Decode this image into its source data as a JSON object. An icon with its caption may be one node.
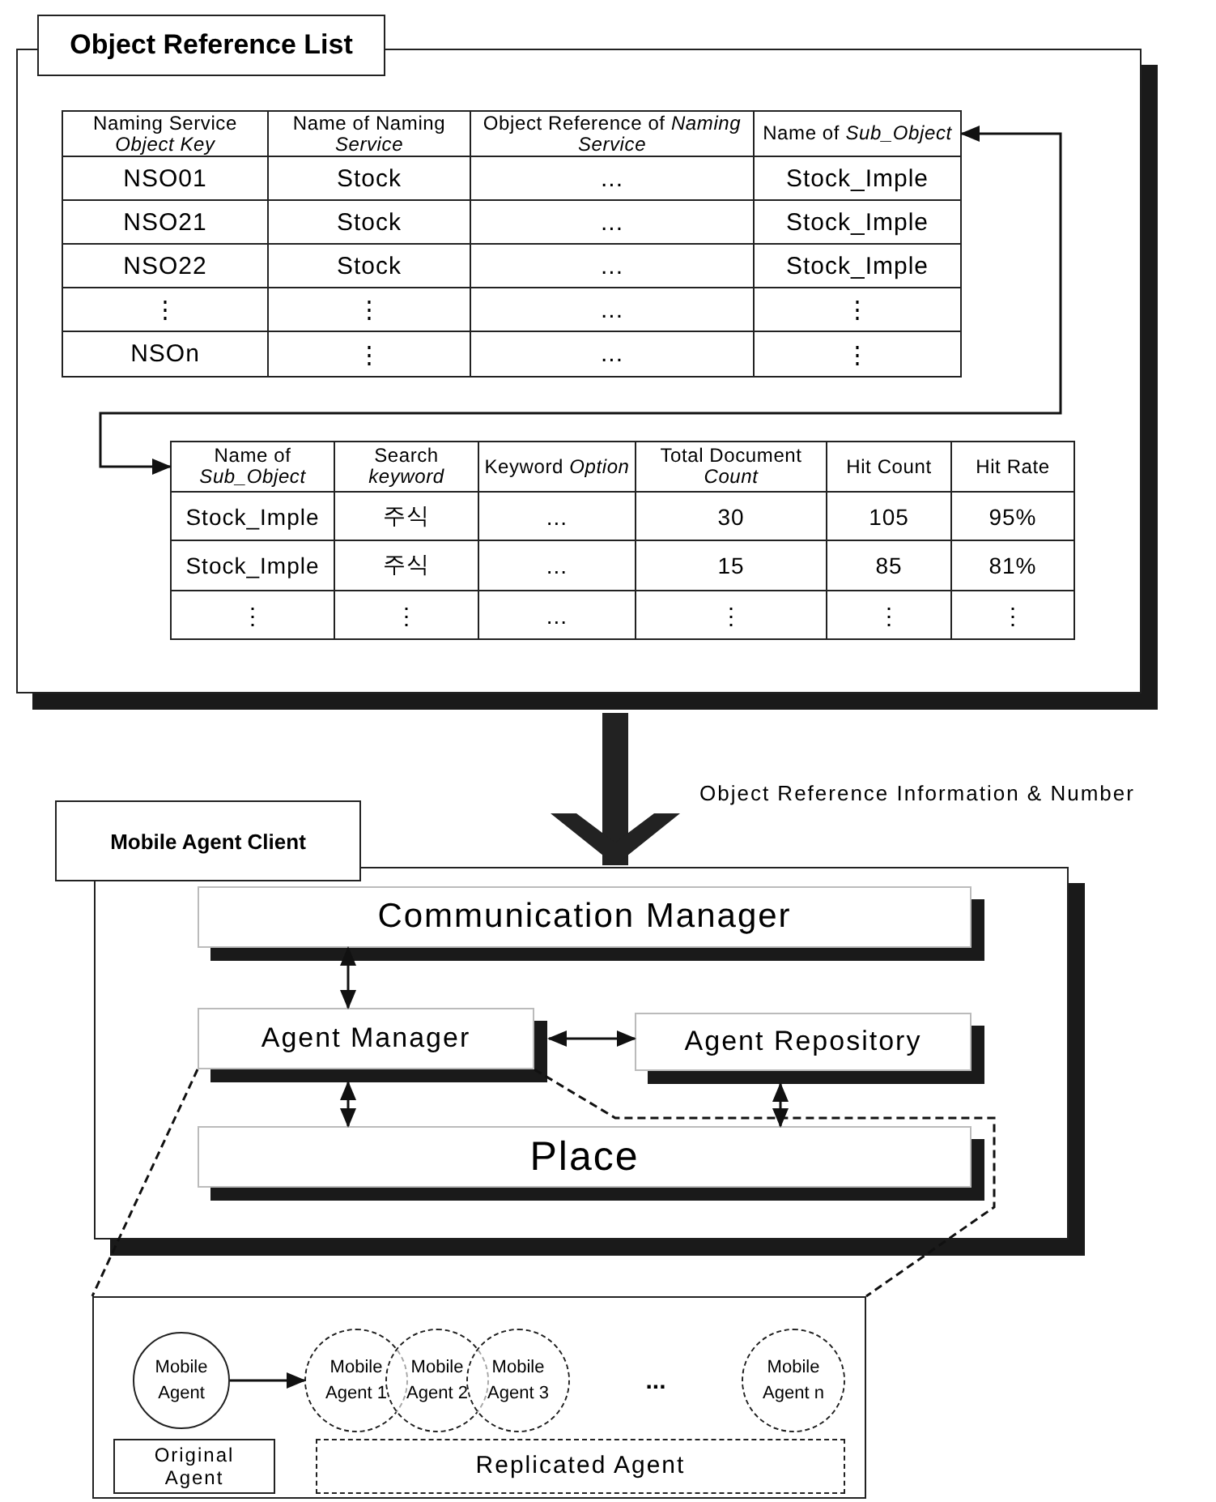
{
  "diagram": {
    "nodes": [
      {
        "text": [
          "Object Reference List"
        ]
      },
      {
        "text": [
          "Naming Service *Object Key*"
        ],
        "in": 0
      },
      {
        "text": [
          "Name of Naming *Service*"
        ],
        "in": 0
      },
      {
        "text": [
          "Object Reference of *Naming Service*"
        ],
        "in": 0
      },
      {
        "text": [
          "Name of *Sub_Object*"
        ],
        "in": 0
      },
      {
        "text": [
          "Name of *Sub_Object*"
        ],
        "in": 0
      },
      {
        "text": [
          "Search *keyword*"
        ],
        "in": 0
      },
      {
        "text": [
          "Keyword *Option*"
        ],
        "in": 0
      },
      {
        "text": [
          "Total Document *Count*"
        ],
        "in": 0
      },
      {
        "text": [
          "Hit Count"
        ],
        "in": 0
      },
      {
        "text": [
          "Hit Rate"
        ],
        "in": 0
      },
      {
        "text": [
          "Mobile Agent Client"
        ]
      },
      {
        "text": [
          "Communication Manager"
        ],
        "in": 11
      },
      {
        "text": [
          "Agent Manager"
        ],
        "in": 11
      },
      {
        "text": [
          "Agent Repository"
        ],
        "in": 11
      },
      {
        "text": [
          "Place"
        ],
        "in": 11
      },
      {
        "text": [],
        "shape": "box"
      },
      {
        "text": [
          "Mobile Agent"
        ],
        "in": 16
      },
      {
        "text": [
          "Mobile Agent 1"
        ],
        "in": 16
      },
      {
        "text": [
          "Mobile Agent 2"
        ],
        "in": 16
      },
      {
        "text": [
          "Mobile Agent 3"
        ],
        "in": 16
      },
      {
        "text": [
          "Mobile Agent n"
        ],
        "in": 16
      },
      {
        "text": [
          "Original Agent"
        ],
        "in": 16
      },
      {
        "text": [
          "Replicated Agent"
        ],
        "in": 16
      }
    ],
    "edges": [
      {
        "from": 4,
        "to": 5,
        "arrow": "both"
      },
      {
        "from": 0,
        "to": 11,
        "arrow": "to",
        "style": "thick",
        "label": "Object Reference Information & Number"
      },
      {
        "from": 12,
        "to": 13,
        "arrow": "both"
      },
      {
        "from": 13,
        "to": 14,
        "arrow": "both"
      },
      {
        "from": 13,
        "to": 15,
        "arrow": "both"
      },
      {
        "from": 14,
        "to": 15,
        "arrow": "both"
      },
      {
        "from": 13,
        "to": 16,
        "arrow": "none",
        "style": "dashed"
      },
      {
        "from": 13,
        "to": 16,
        "arrow": "none",
        "style": "dashed"
      },
      {
        "from": 17,
        "to": 18,
        "arrow": "to"
      }
    ],
    "labels": [
      "NSO01",
      "Stock",
      "...",
      "Stock_Imple",
      "NSO21",
      "Stock",
      "...",
      "Stock_Imple",
      "NSO22",
      "Stock",
      "...",
      "Stock_Imple",
      "⋮",
      "⋮",
      "...",
      "⋮",
      "NSOn",
      "⋮",
      "...",
      "⋮",
      "Stock_Imple",
      "주식",
      "...",
      "30",
      "105",
      "95%",
      "Stock_Imple",
      "주식",
      "...",
      "15",
      "85",
      "81%",
      "⋮",
      "⋮",
      "...",
      "⋮",
      "⋮",
      "⋮",
      "..."
    ]
  }
}
